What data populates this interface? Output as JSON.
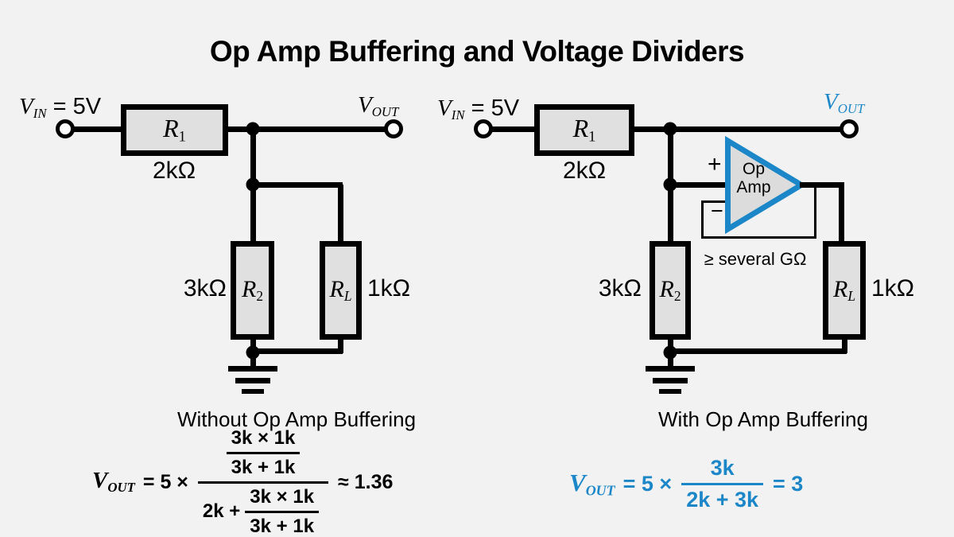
{
  "title": "Op Amp Buffering and Voltage Dividers",
  "colors": {
    "accent_blue": "#1c87c8",
    "background": "#f2f2f2",
    "resistor_fill": "#e0e0e0"
  },
  "left": {
    "vin_var": "V",
    "vin_sub": "IN",
    "vin_rest": " = 5V",
    "vout_var": "V",
    "vout_sub": "OUT",
    "r1_var": "R",
    "r1_sub": "1",
    "r1_value": "2kΩ",
    "r2_var": "R",
    "r2_sub": "2",
    "r2_value": "3kΩ",
    "rl_var": "R",
    "rl_sub": "L",
    "rl_value": "1kΩ",
    "caption": "Without Op Amp Buffering",
    "formula": {
      "v": "V",
      "v_sub": "OUT",
      "eq": "= 5 ×",
      "num_top": "3k × 1k",
      "num_bot": "3k + 1k",
      "den_prefix": "2k +",
      "den_top": "3k × 1k",
      "den_bot": "3k + 1k",
      "result": "≈ 1.36"
    }
  },
  "right": {
    "vin_var": "V",
    "vin_sub": "IN",
    "vin_rest": " = 5V",
    "vout_var": "V",
    "vout_sub": "OUT",
    "r1_var": "R",
    "r1_sub": "1",
    "r1_value": "2kΩ",
    "r2_var": "R",
    "r2_sub": "2",
    "r2_value": "3kΩ",
    "rl_var": "R",
    "rl_sub": "L",
    "rl_value": "1kΩ",
    "opamp": {
      "line1": "Op",
      "line2": "Amp",
      "plus": "+",
      "minus": "−",
      "impedance": "≥ several GΩ"
    },
    "caption": "With Op Amp Buffering",
    "formula": {
      "v": "V",
      "v_sub": "OUT",
      "eq": "= 5 ×",
      "num": "3k",
      "den": "2k + 3k",
      "result": "= 3"
    }
  }
}
